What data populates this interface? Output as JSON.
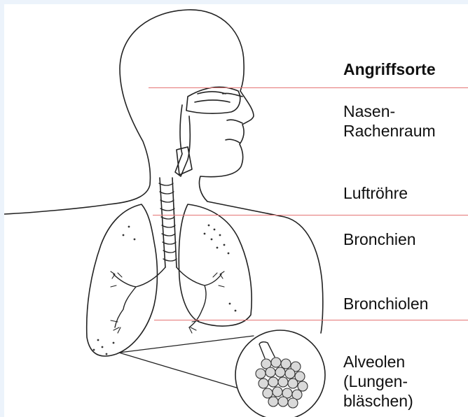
{
  "diagram": {
    "heading": "Angriffsorte",
    "labels": {
      "nasen_line1": "Nasen-",
      "nasen_line2": "Rachenraum",
      "trachea": "Luftröhre",
      "bronchi": "Bronchien",
      "bronchioles": "Bronchiolen",
      "alveoli_line1": "Alveolen",
      "alveoli_line2": "(Lungen-",
      "alveoli_line3": "bläschen)"
    },
    "colors": {
      "frame": "#ecf3fb",
      "background": "#ffffff",
      "outline": "#222222",
      "separator": "#e57373"
    }
  }
}
